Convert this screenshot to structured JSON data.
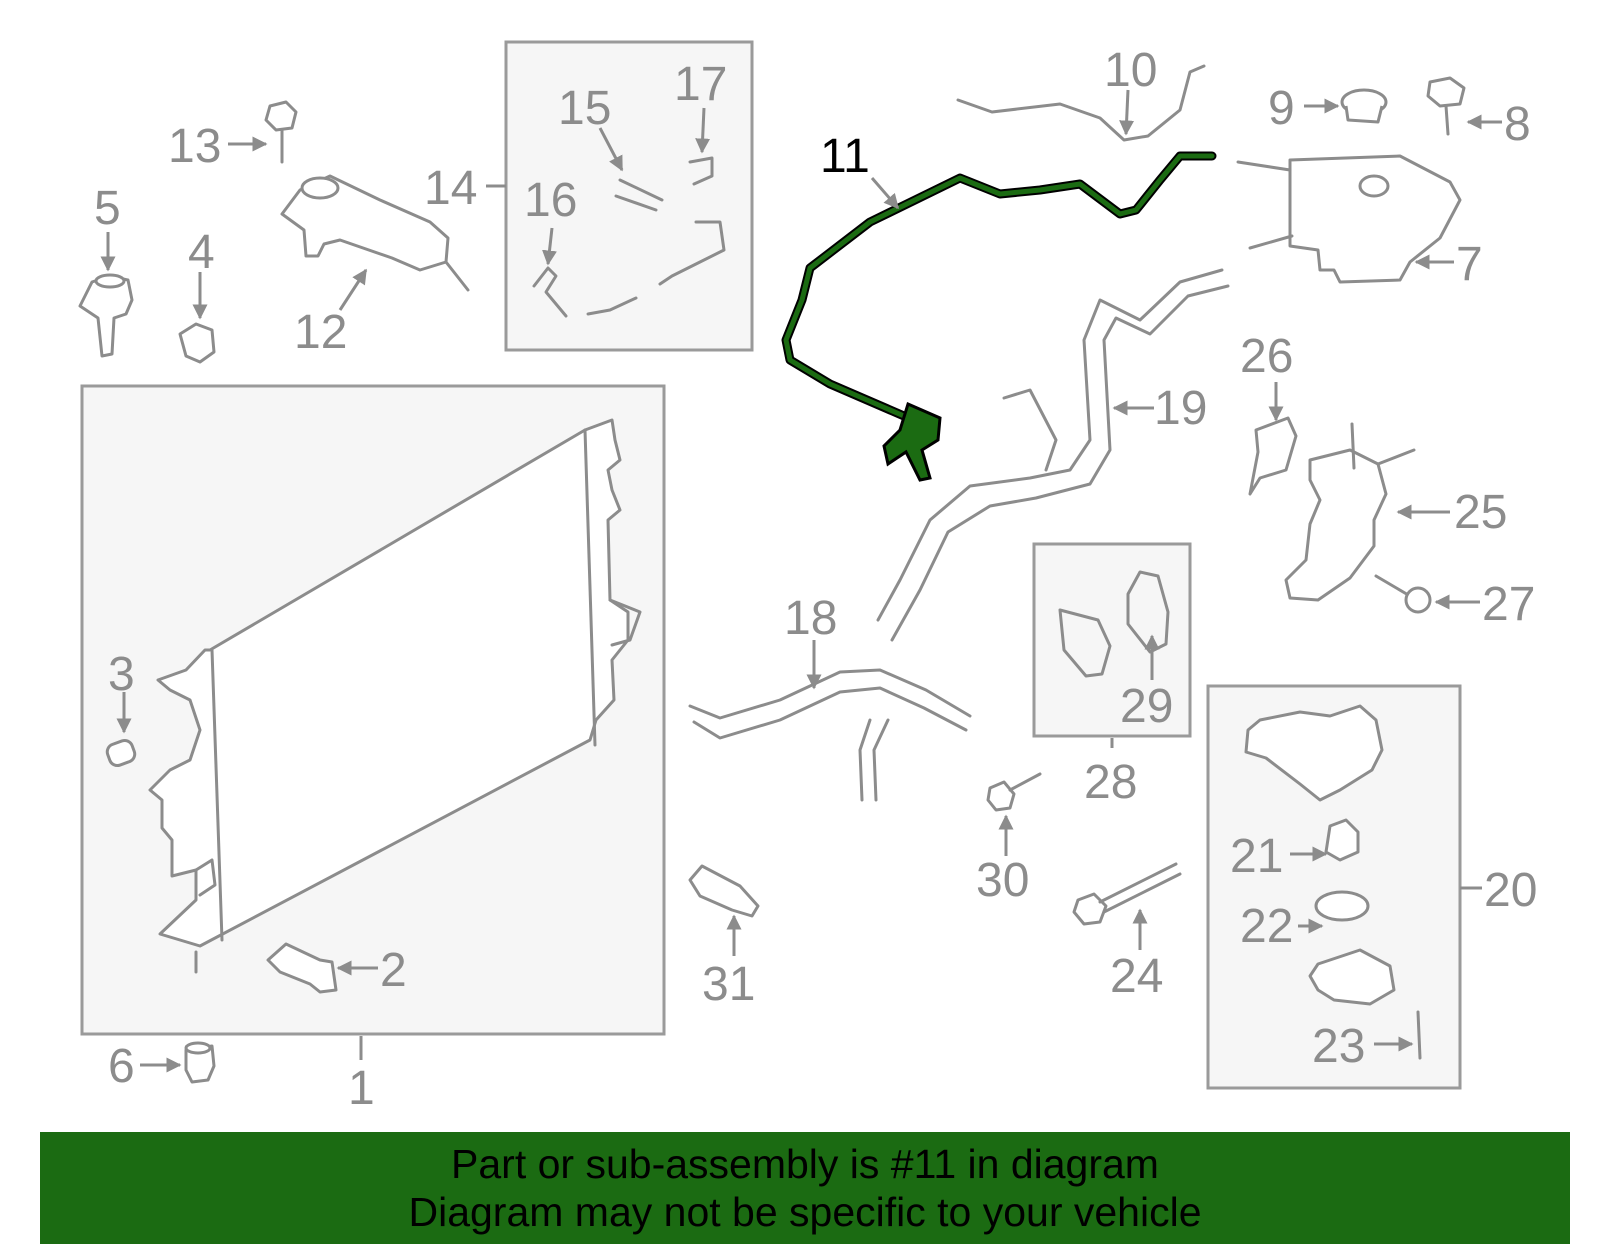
{
  "diagram": {
    "highlight_color": "#1b6b12",
    "callouts": {
      "c1": "1",
      "c2": "2",
      "c3": "3",
      "c4": "4",
      "c5": "5",
      "c6": "6",
      "c7": "7",
      "c8": "8",
      "c9": "9",
      "c10": "10",
      "c11": "11",
      "c12": "12",
      "c13": "13",
      "c14": "14",
      "c15": "15",
      "c16": "16",
      "c17": "17",
      "c18": "18",
      "c19": "19",
      "c20": "20",
      "c21": "21",
      "c22": "22",
      "c23": "23",
      "c24": "24",
      "c25": "25",
      "c26": "26",
      "c27": "27",
      "c28": "28",
      "c29": "29",
      "c30": "30",
      "c31": "31"
    }
  },
  "banner": {
    "background": "#1b6b12",
    "line1": "Part or sub-assembly is #11 in diagram",
    "line2": "Diagram may not be specific to your vehicle"
  }
}
